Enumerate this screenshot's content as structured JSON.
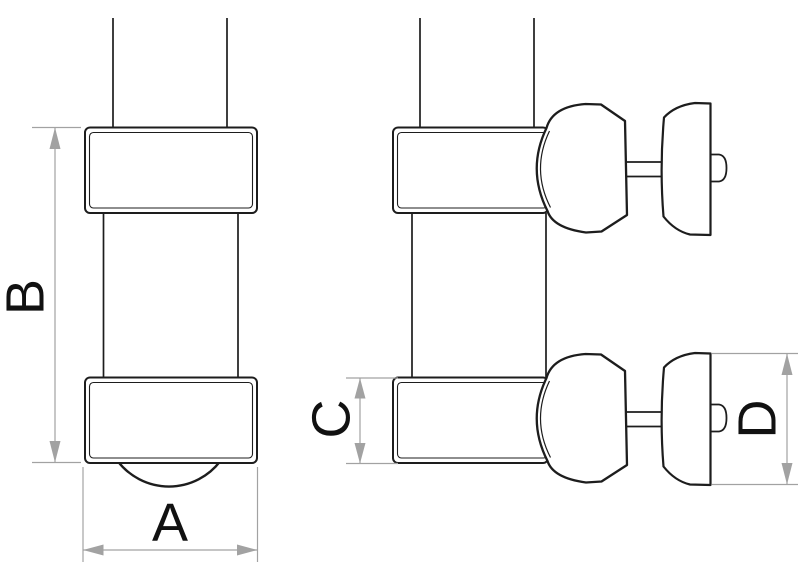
{
  "drawing": {
    "background_color": "#ffffff",
    "line_color": "#1d1d1d",
    "dimension_color": "#a2a2a2",
    "label_color": "#111111",
    "dimension_labels": {
      "a": "A",
      "b": "B",
      "c": "C",
      "d": "D"
    }
  }
}
